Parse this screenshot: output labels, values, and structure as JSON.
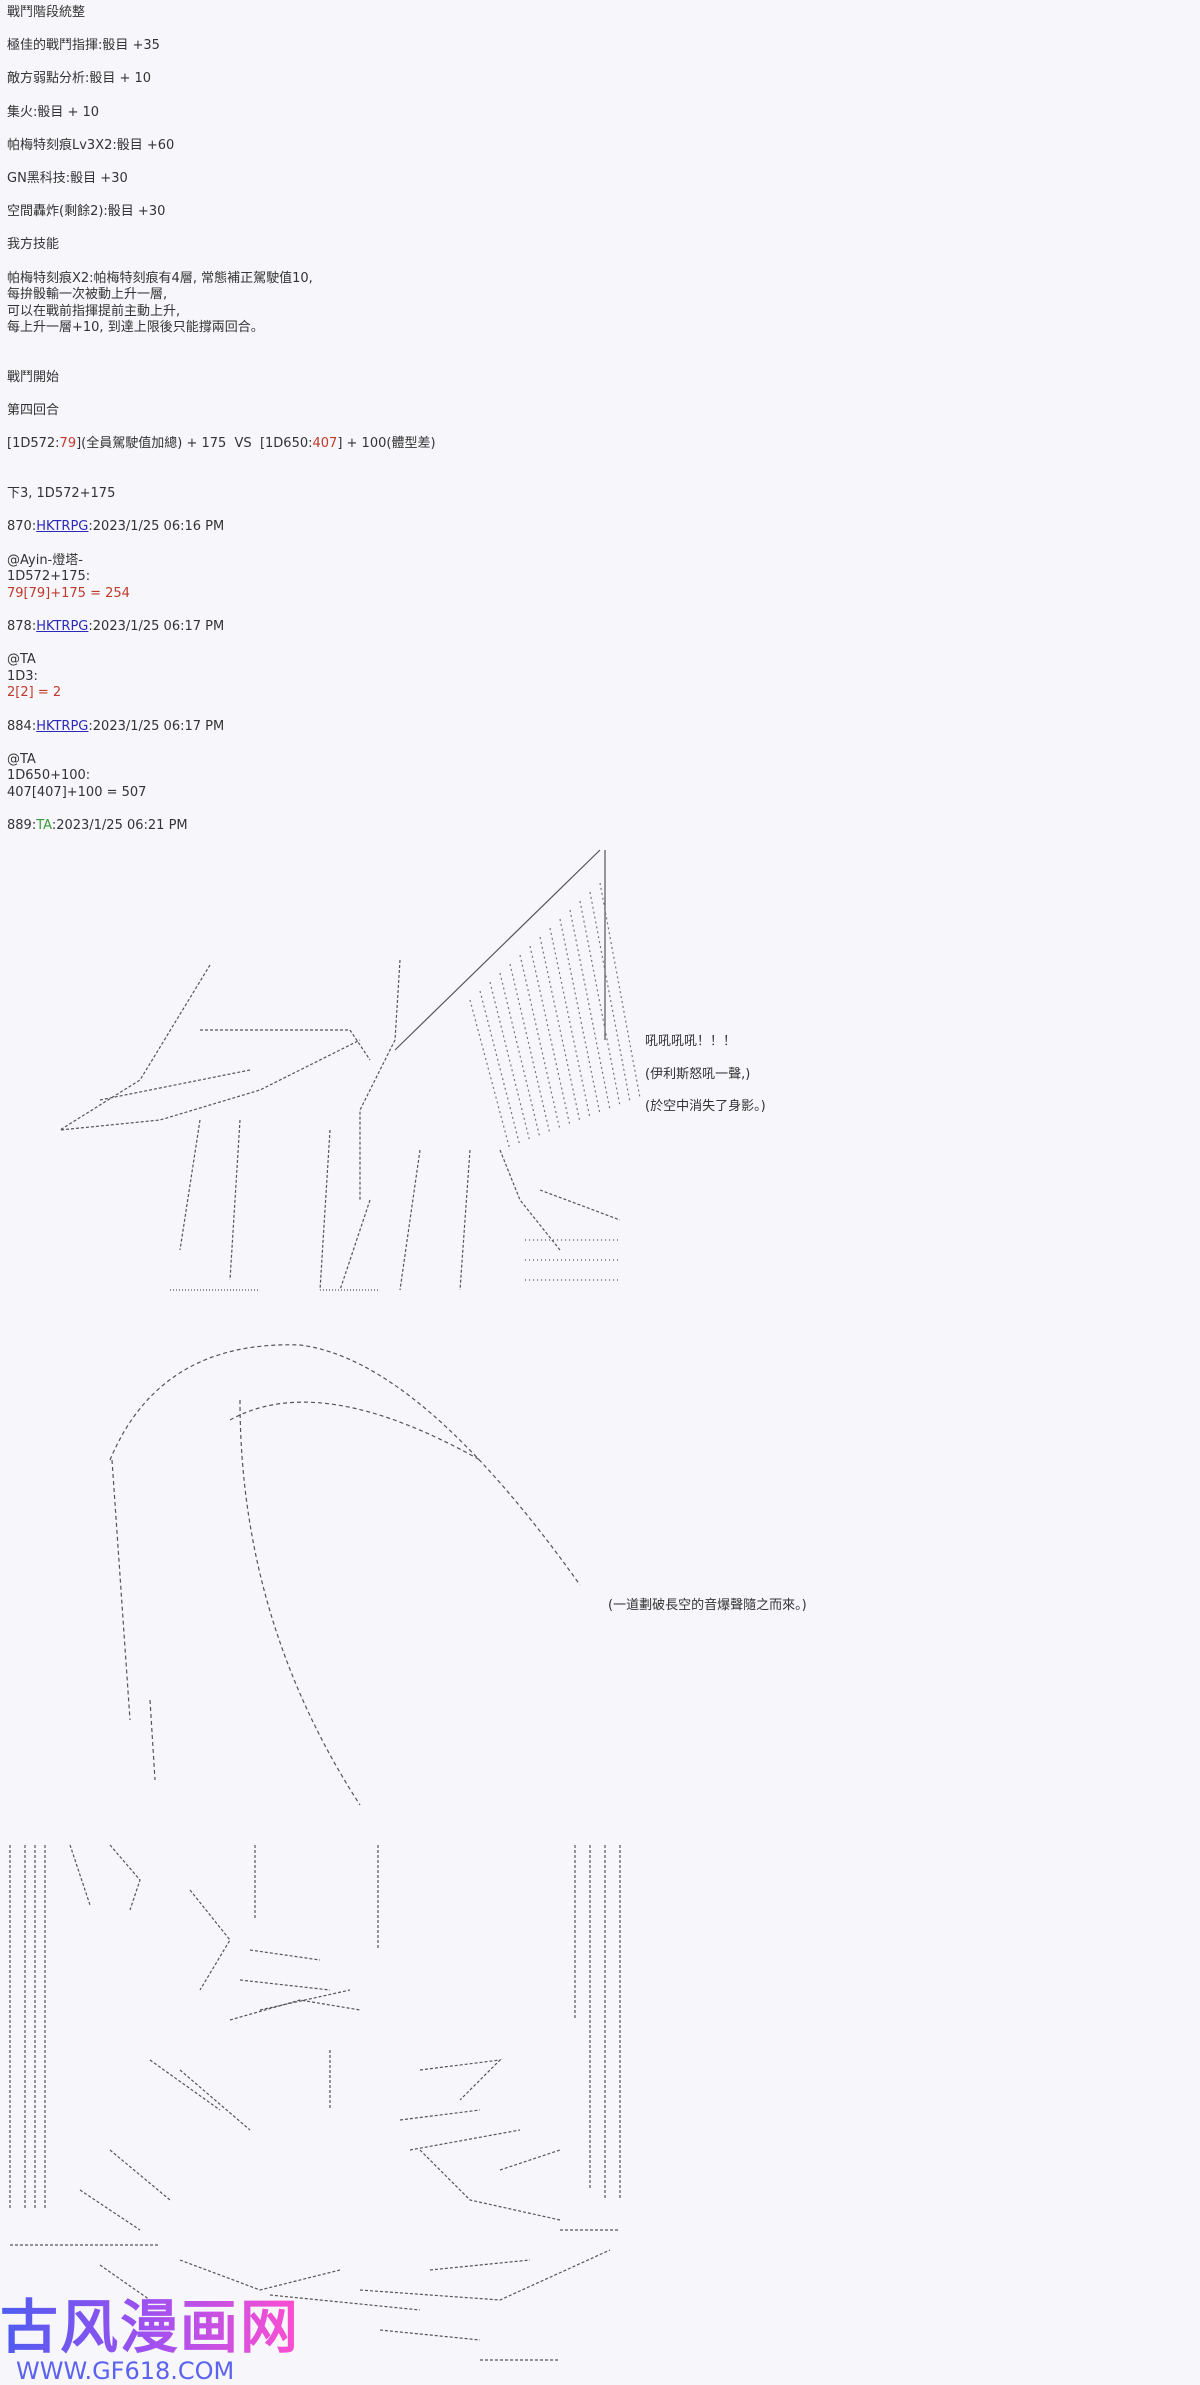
{
  "log": [
    [
      {
        "t": "戰鬥階段統整"
      }
    ],
    [],
    [
      {
        "t": "極佳的戰鬥指揮:骰目 +35"
      }
    ],
    [],
    [
      {
        "t": "敵方弱點分析:骰目 + 10"
      }
    ],
    [],
    [
      {
        "t": "集火:骰目 + 10"
      }
    ],
    [],
    [
      {
        "t": "帕梅特刻痕Lv3X2:骰目 +60"
      }
    ],
    [],
    [
      {
        "t": "GN黑科技:骰目 +30"
      }
    ],
    [],
    [
      {
        "t": "空間轟炸(剩餘2):骰目 +30"
      }
    ],
    [],
    [
      {
        "t": "我方技能"
      }
    ],
    [],
    [
      {
        "t": "帕梅特刻痕X2:帕梅特刻痕有4層, 常態補正駕駛值10,"
      }
    ],
    [
      {
        "t": "每拚骰輸一次被動上升一層,"
      }
    ],
    [
      {
        "t": "可以在戰前指揮提前主動上升,"
      }
    ],
    [
      {
        "t": "每上升一層+10, 到達上限後只能撐兩回合。"
      }
    ],
    [],
    [],
    [
      {
        "t": "戰鬥開始"
      }
    ],
    [],
    [
      {
        "t": "第四回合"
      }
    ],
    [],
    [
      {
        "t": "[1D572:"
      },
      {
        "t": "79",
        "c": "red"
      },
      {
        "t": "](全員駕駛值加總) + 175  VS  [1D650:"
      },
      {
        "t": "407",
        "c": "red"
      },
      {
        "t": "] + 100(體型差)"
      }
    ],
    [],
    [],
    [
      {
        "t": "下3, 1D572+175"
      }
    ],
    [],
    [
      {
        "t": "870:"
      },
      {
        "t": "HKTRPG",
        "c": "link"
      },
      {
        "t": ":2023/1/25 06:16 PM"
      }
    ],
    [],
    [
      {
        "t": "@Ayin-燈塔-"
      }
    ],
    [
      {
        "t": "1D572+175:"
      }
    ],
    [
      {
        "t": "79[79]+175 = 254",
        "c": "red"
      }
    ],
    [],
    [
      {
        "t": "878:"
      },
      {
        "t": "HKTRPG",
        "c": "link"
      },
      {
        "t": ":2023/1/25 06:17 PM"
      }
    ],
    [],
    [
      {
        "t": "@TA"
      }
    ],
    [
      {
        "t": "1D3:"
      }
    ],
    [
      {
        "t": "2[2] = 2",
        "c": "red"
      }
    ],
    [],
    [
      {
        "t": "884:"
      },
      {
        "t": "HKTRPG",
        "c": "link"
      },
      {
        "t": ":2023/1/25 06:17 PM"
      }
    ],
    [],
    [
      {
        "t": "@TA"
      }
    ],
    [
      {
        "t": "1D650+100:"
      }
    ],
    [
      {
        "t": "407[407]+100 = 507"
      }
    ],
    [],
    [
      {
        "t": "889:"
      },
      {
        "t": "TA",
        "c": "green"
      },
      {
        "t": ":2023/1/25 06:21 PM"
      }
    ]
  ],
  "narration": {
    "roar": "吼吼吼吼！！！",
    "roar_note": "(伊利斯怒吼一聲,)",
    "vanish": "(於空中消失了身影。)",
    "sonic": "(一道劃破長空的音爆聲隨之而來。)"
  },
  "watermark": {
    "name": "古风漫画网",
    "url": "WWW.GF618.COM"
  },
  "colors": {
    "dice_result": "#c0392b",
    "user_link": "#2a2ab8",
    "user_ta": "#3a9a3a",
    "background": "#f7f7fb"
  }
}
